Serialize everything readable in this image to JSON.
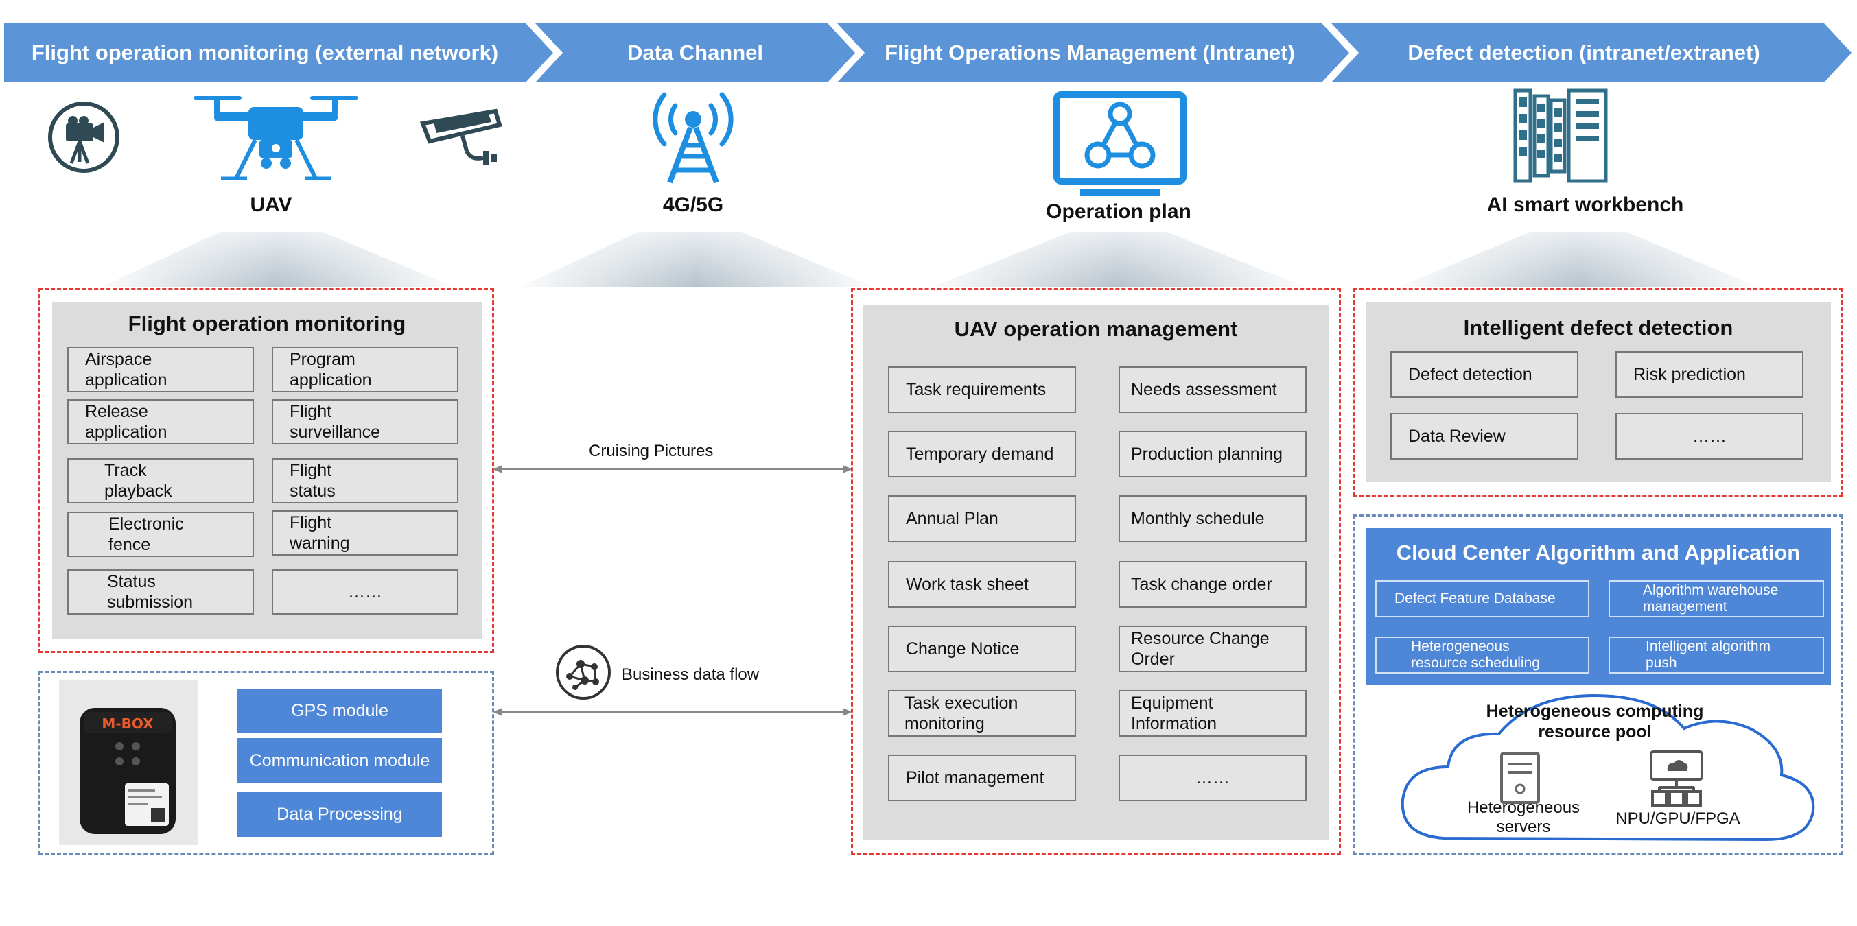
{
  "banners": [
    {
      "label": "Flight operation monitoring (external network)"
    },
    {
      "label": "Data Channel"
    },
    {
      "label": "Flight Operations Management (Intranet)"
    },
    {
      "label": "Defect detection (intranet/extranet)"
    }
  ],
  "icons": {
    "uav_caption": "UAV",
    "channel_caption": "4G/5G",
    "plan_caption": "Operation plan",
    "workbench_caption": "AI smart workbench"
  },
  "monitoring": {
    "title": "Flight operation monitoring",
    "items": [
      "Airspace\napplication",
      "Program\napplication",
      "Release\napplication",
      "Flight\nsurveillance",
      "Track\nplayback",
      "Flight\nstatus",
      "Electronic\nfence",
      "Flight\nwarning",
      "Status\nsubmission",
      "……"
    ]
  },
  "device": {
    "brand_text": "M-BOX",
    "modules": [
      "GPS module",
      "Communication module",
      "Data Processing"
    ]
  },
  "flows": {
    "cruising": "Cruising Pictures",
    "business": "Business data flow"
  },
  "management": {
    "title": "UAV operation management",
    "items": [
      "Task requirements",
      "Needs assessment",
      "Temporary demand",
      "Production planning",
      "Annual Plan",
      "Monthly schedule",
      "Work task sheet",
      "Task change order",
      "Change Notice",
      "Resource Change\nOrder",
      "Task execution\nmonitoring",
      "Equipment Information",
      "Pilot management",
      "……"
    ]
  },
  "defect": {
    "title": "Intelligent defect detection",
    "items": [
      "Defect detection",
      "Risk prediction",
      "Data Review",
      "……"
    ]
  },
  "cloud": {
    "title": "Cloud Center Algorithm and Application",
    "items": [
      "Defect Feature Database",
      "Algorithm warehouse\nmanagement",
      "Heterogeneous\nresource scheduling",
      "Intelligent algorithm push"
    ],
    "pool_title": "Heterogeneous computing\nresource pool",
    "servers_label": "Heterogeneous\nservers",
    "chips_label": "NPU/GPU/FPGA"
  },
  "colors": {
    "banner": "#5b95d8",
    "icon_blue": "#1e8fe0",
    "icon_dark": "#2f4a55",
    "dashed_red": "#e53935",
    "dashed_blue": "#6a8ab8",
    "module_blue": "#4f87d8"
  }
}
